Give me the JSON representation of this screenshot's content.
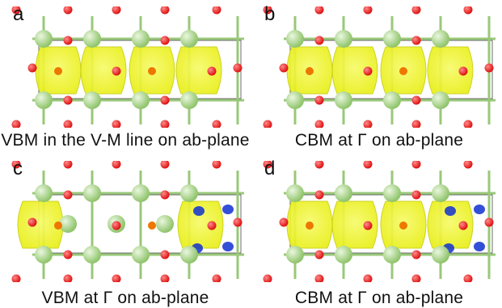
{
  "panels": [
    {
      "letter": "a",
      "caption": "VBM in the V-M line on ab-plane",
      "lobes": "full",
      "blue": false
    },
    {
      "letter": "b",
      "caption": "CBM at Γ on ab-plane",
      "lobes": "full",
      "blue": false
    },
    {
      "letter": "c",
      "caption": "VBM at Γ on ab-plane",
      "lobes": "edge",
      "blue": true
    },
    {
      "letter": "d",
      "caption": "CBM at Γ on ab-plane",
      "lobes": "full",
      "blue": true
    }
  ],
  "colors": {
    "isosurface": "#e9ef1a",
    "isosurface_dark": "#c9cf10",
    "negative_isosurface": "#1030d0",
    "oxygen": "#dd1111",
    "metal": "#8fc46a",
    "bond": "#9ac87a",
    "cell_border": "#6b6b6b",
    "inner_atom": "#ee7700"
  }
}
